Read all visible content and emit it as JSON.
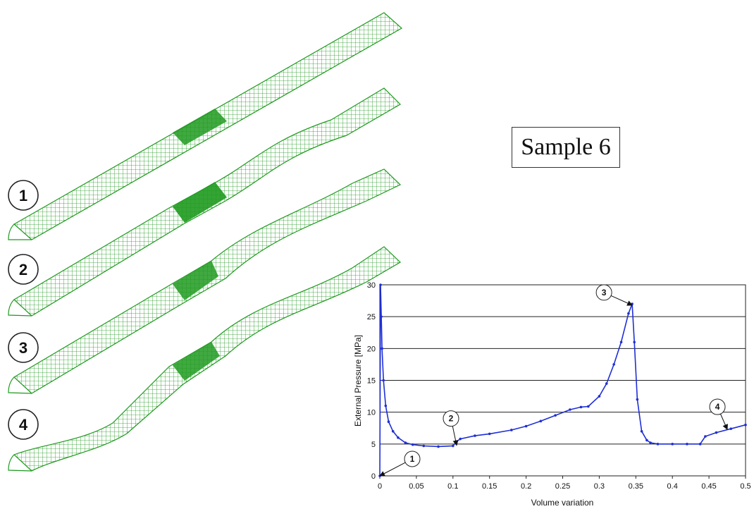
{
  "sample_label": "Sample 6",
  "state_markers": [
    "1",
    "2",
    "3",
    "4"
  ],
  "colors": {
    "mesh": "#1e9a1e",
    "curve": "#1f2fd6",
    "grid": "#222222"
  },
  "chart_data": {
    "type": "line",
    "title": "",
    "xlabel": "Volume variation",
    "ylabel": "External Pressure [MPa]",
    "xlim": [
      0,
      0.5
    ],
    "ylim": [
      0,
      30
    ],
    "grid": true,
    "x_ticks": [
      "0",
      "0.05",
      "0.1",
      "0.15",
      "0.2",
      "0.25",
      "0.3",
      "0.35",
      "0.4",
      "0.45",
      "0.5"
    ],
    "y_ticks": [
      "0",
      "5",
      "10",
      "15",
      "20",
      "25",
      "30"
    ],
    "series": [
      {
        "x": [
          0,
          0.001,
          0.002,
          0.003,
          0.005,
          0.008,
          0.012,
          0.018,
          0.025,
          0.035,
          0.045,
          0.06,
          0.08,
          0.1,
          0.105,
          0.11,
          0.13,
          0.15,
          0.18,
          0.2,
          0.22,
          0.24,
          0.26,
          0.275,
          0.285,
          0.3,
          0.31,
          0.32,
          0.33,
          0.34,
          0.345,
          0.348,
          0.352,
          0.358,
          0.365,
          0.37,
          0.38,
          0.4,
          0.42,
          0.438,
          0.445,
          0.46,
          0.48,
          0.5
        ],
        "y": [
          0,
          30,
          25,
          20,
          15,
          11,
          8.5,
          7,
          6,
          5.2,
          4.9,
          4.7,
          4.6,
          4.7,
          5.4,
          5.8,
          6.3,
          6.6,
          7.2,
          7.8,
          8.6,
          9.5,
          10.4,
          10.8,
          10.9,
          12.5,
          14.5,
          17.5,
          21,
          25.5,
          27,
          21,
          12,
          7,
          5.6,
          5.2,
          5.0,
          5.0,
          5.0,
          5.0,
          6.2,
          6.8,
          7.4,
          8.0
        ]
      }
    ],
    "annotations": [
      {
        "label": "1",
        "x": 0,
        "y": 0
      },
      {
        "label": "2",
        "x": 0.105,
        "y": 4.8
      },
      {
        "label": "3",
        "x": 0.345,
        "y": 26.8
      },
      {
        "label": "4",
        "x": 0.475,
        "y": 7.3
      }
    ]
  }
}
